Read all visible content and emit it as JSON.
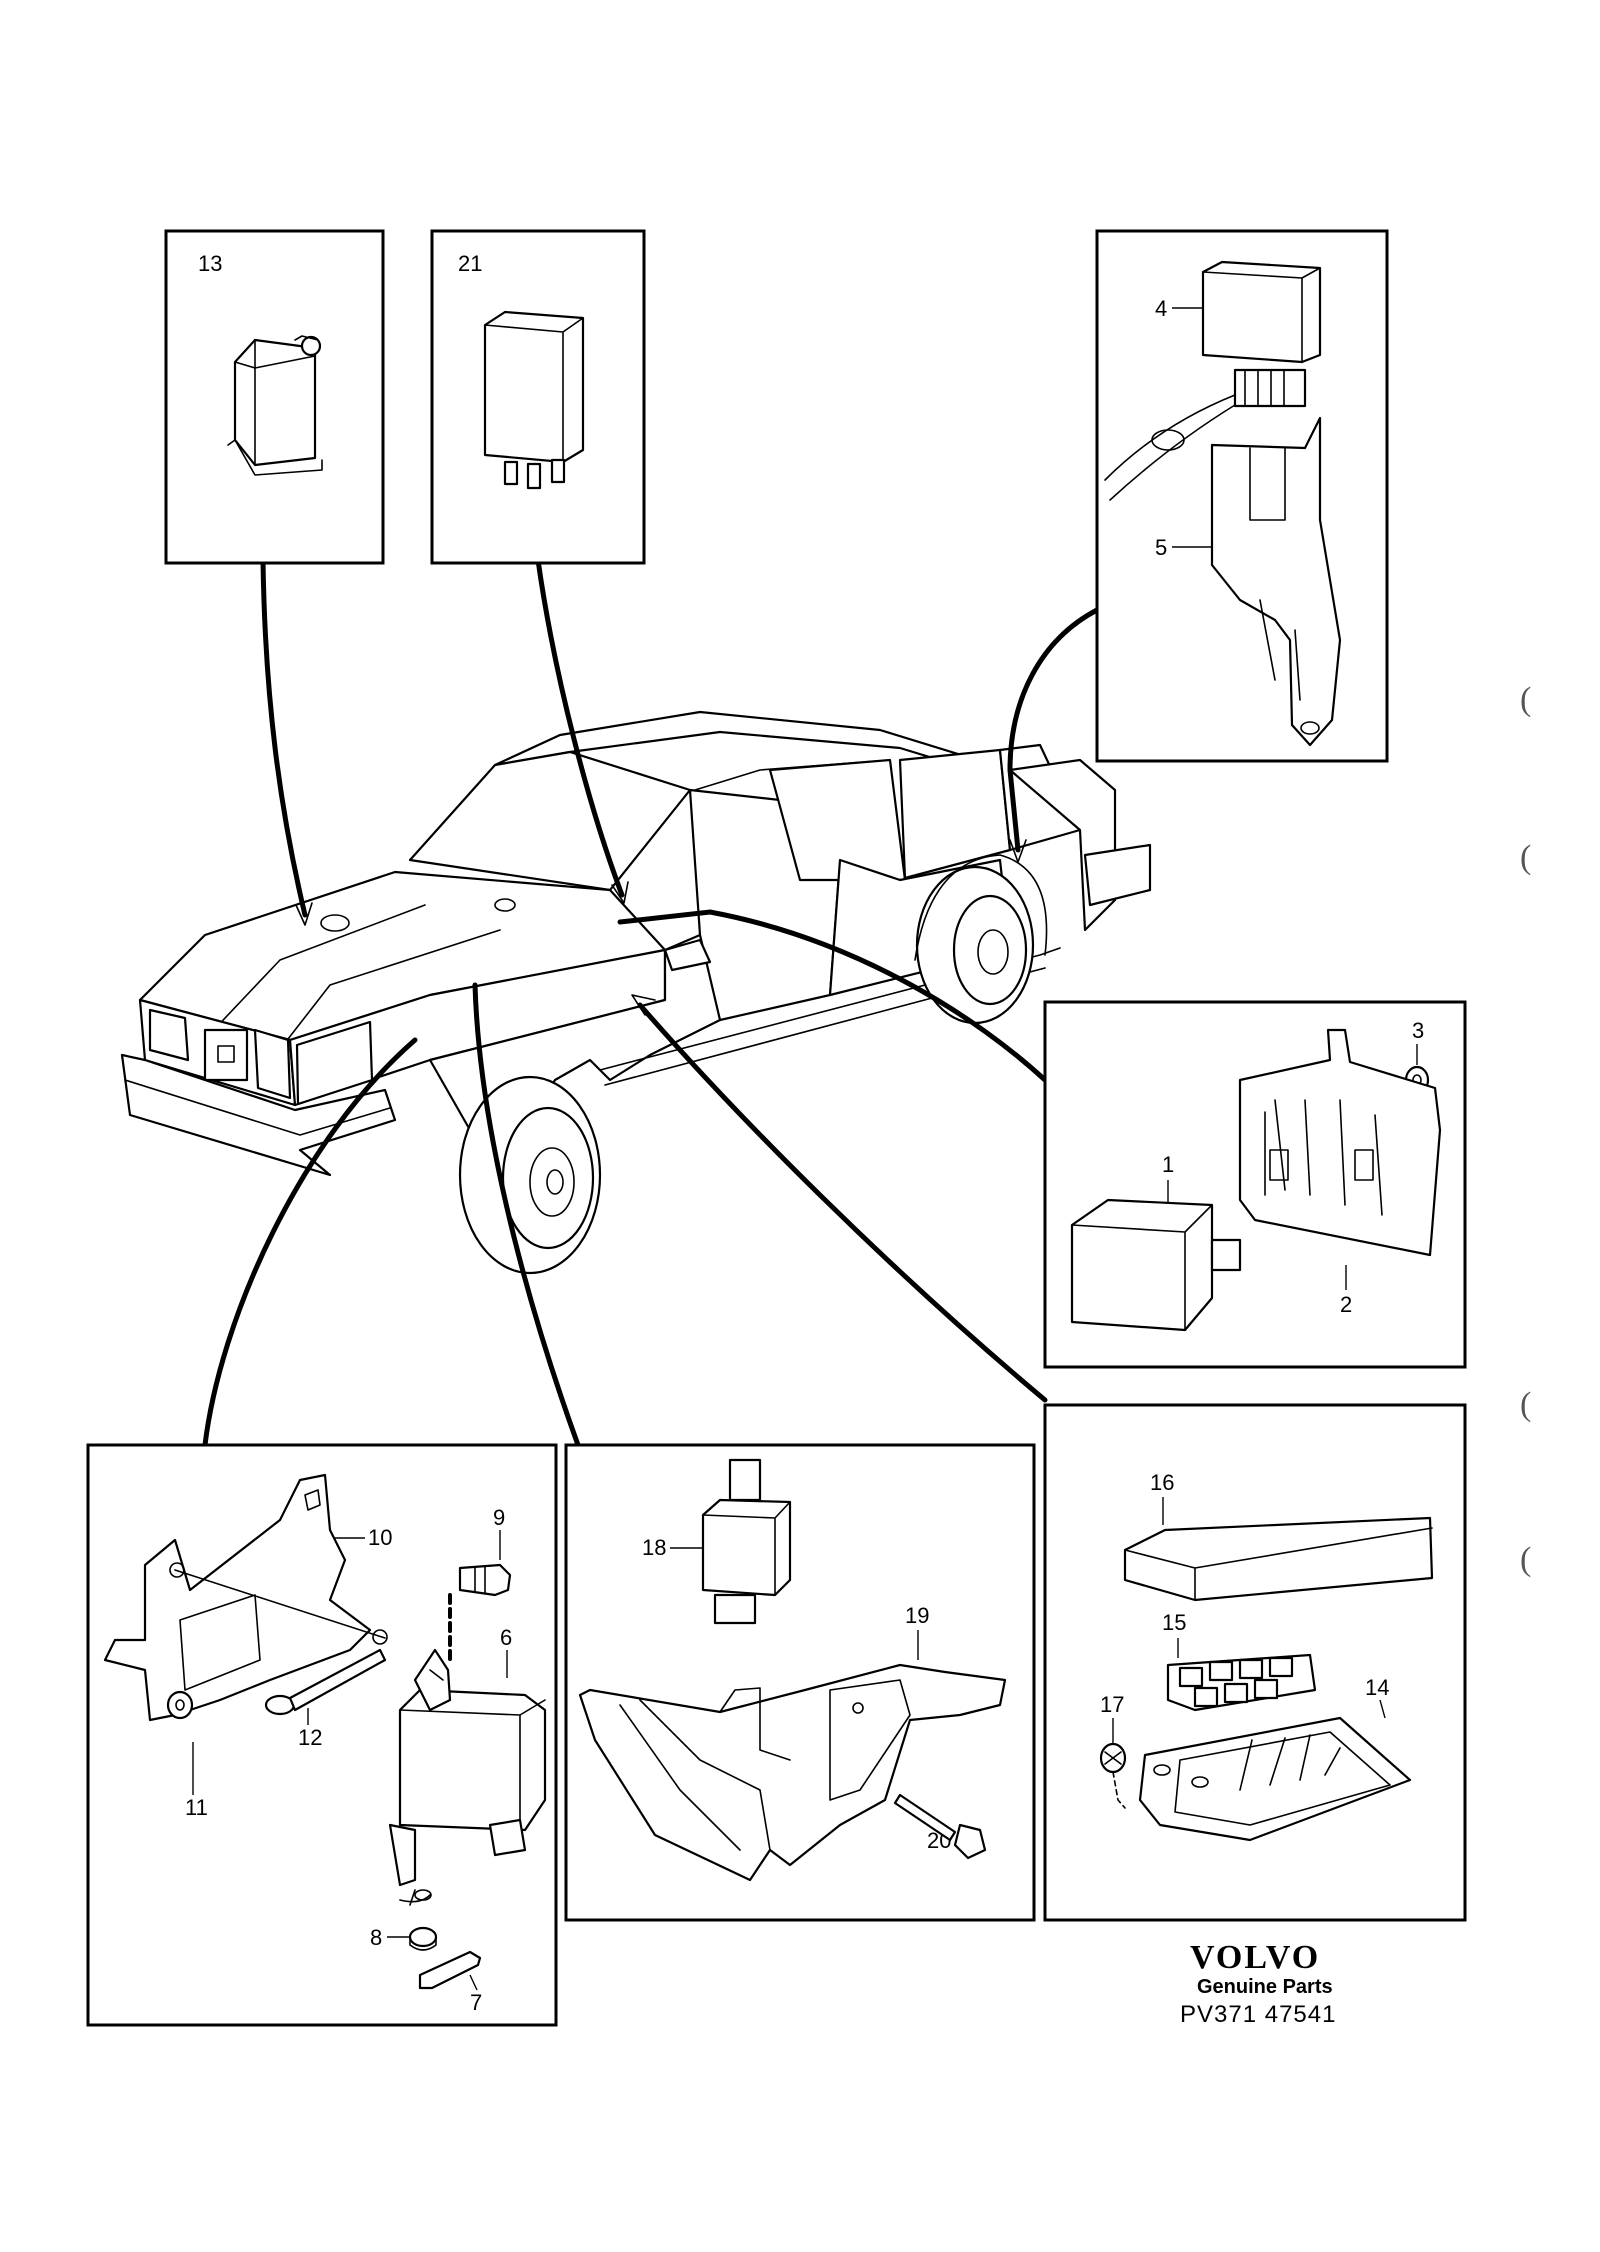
{
  "callouts": {
    "c1": "1",
    "c2": "2",
    "c3": "3",
    "c4": "4",
    "c5": "5",
    "c6": "6",
    "c7": "7",
    "c8": "8",
    "c9": "9",
    "c10": "10",
    "c11": "11",
    "c12": "12",
    "c13": "13",
    "c14": "14",
    "c15": "15",
    "c16": "16",
    "c17": "17",
    "c18": "18",
    "c19": "19",
    "c20": "20",
    "c21": "21"
  },
  "footer": {
    "brand": "VOLVO",
    "subtitle": "Genuine Parts",
    "reference": "PV371 47541"
  },
  "margin_marks": [
    "(",
    "(",
    "(",
    "("
  ]
}
